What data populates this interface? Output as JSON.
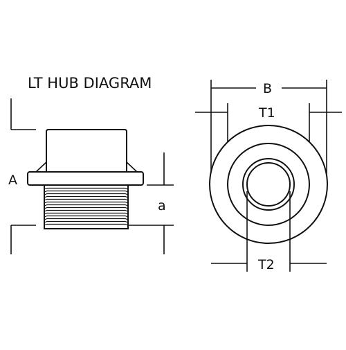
{
  "diagram": {
    "title": "LT HUB DIAGRAM",
    "side_view": {
      "label_A": "A",
      "label_a": "a"
    },
    "top_view": {
      "label_B": "B",
      "label_T1": "T1",
      "label_T2": "T2"
    }
  }
}
